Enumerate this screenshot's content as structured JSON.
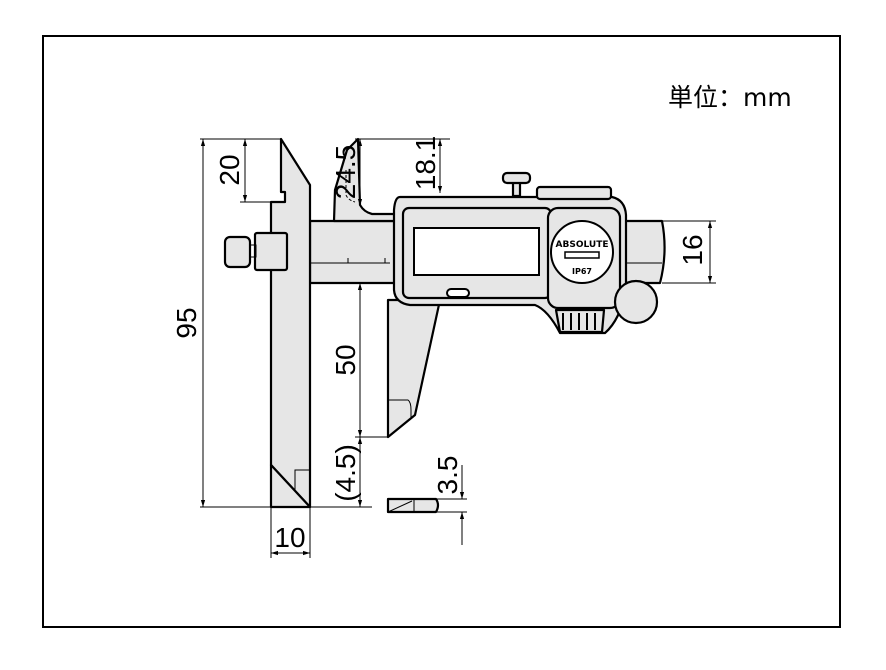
{
  "unit_label": "単位：mm",
  "dimensions": {
    "overall_depth": "95",
    "base_step": "20",
    "jaw_upper": "24.5",
    "jaw_upper_inner": "18.1",
    "beam_height": "16",
    "jaw_lower": "50",
    "jaw_offset": "(4.5)",
    "base_width": "10",
    "tip_thickness": "3.5"
  },
  "logo_text": "ABSOLUTE",
  "ip_badge": "IP67",
  "colors": {
    "fill": "#e6e6e6",
    "line": "#000000"
  }
}
